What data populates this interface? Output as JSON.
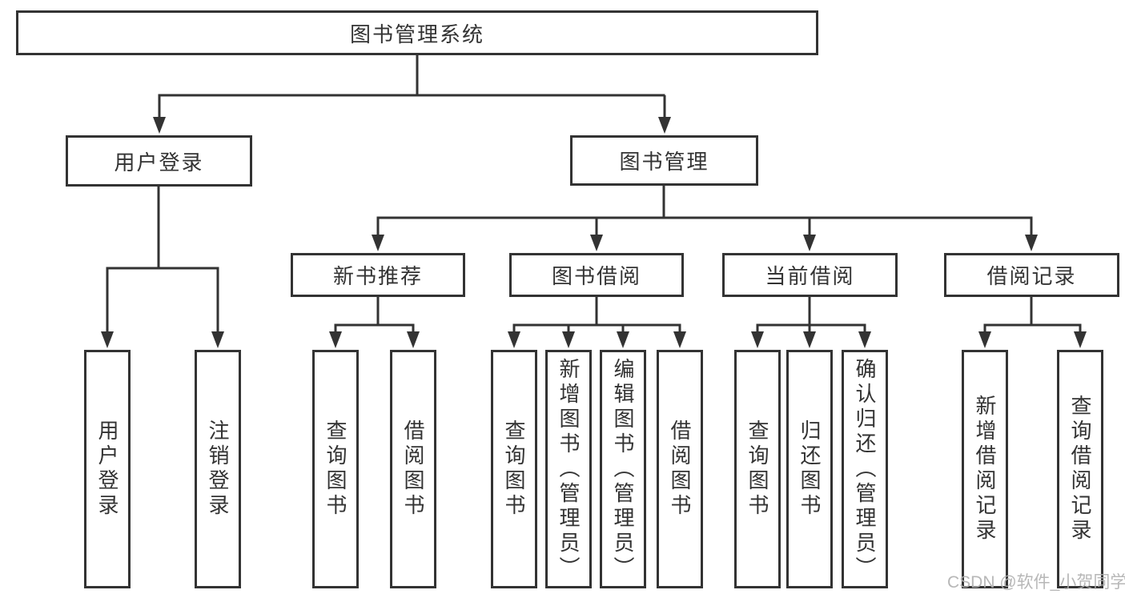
{
  "diagram": {
    "title_node": "图书管理系统",
    "root": {
      "label": "图书管理系统"
    },
    "branches": [
      {
        "label": "用户登录",
        "children": [
          {
            "label": "用户登录"
          },
          {
            "label": "注销登录"
          }
        ]
      },
      {
        "label": "图书管理",
        "children": [
          {
            "label": "新书推荐",
            "children": [
              {
                "label": "查询图书"
              },
              {
                "label": "借阅图书"
              }
            ]
          },
          {
            "label": "图书借阅",
            "children": [
              {
                "label": "查询图书"
              },
              {
                "label": "新增图书（管理员）"
              },
              {
                "label": "编辑图书（管理员）"
              },
              {
                "label": "借阅图书"
              }
            ]
          },
          {
            "label": "当前借阅",
            "children": [
              {
                "label": "查询图书"
              },
              {
                "label": "归还图书"
              },
              {
                "label": "确认归还（管理员）"
              }
            ]
          },
          {
            "label": "借阅记录",
            "children": [
              {
                "label": "新增借阅记录"
              },
              {
                "label": "查询借阅记录"
              }
            ]
          }
        ]
      }
    ]
  },
  "watermark": {
    "text": "CSDN @软件_小贺同学"
  },
  "colors": {
    "line": "#333333",
    "box_border": "#333333",
    "text": "#333333",
    "watermark": "#afafaf",
    "background": "#ffffff"
  }
}
